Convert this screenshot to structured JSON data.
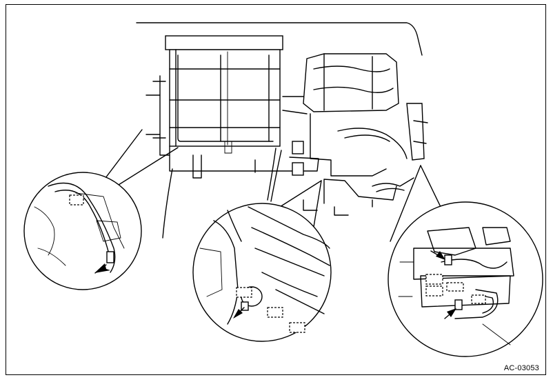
{
  "figure": {
    "reference_code": "AC-03053"
  },
  "callouts": [
    {
      "id": "left",
      "arrow_count": 1,
      "connector_count": 1
    },
    {
      "id": "center",
      "arrow_count": 1,
      "connector_count": 3
    },
    {
      "id": "right",
      "arrow_count": 2,
      "connector_count": 4
    }
  ],
  "colors": {
    "ink": "#000000",
    "paper": "#ffffff"
  }
}
